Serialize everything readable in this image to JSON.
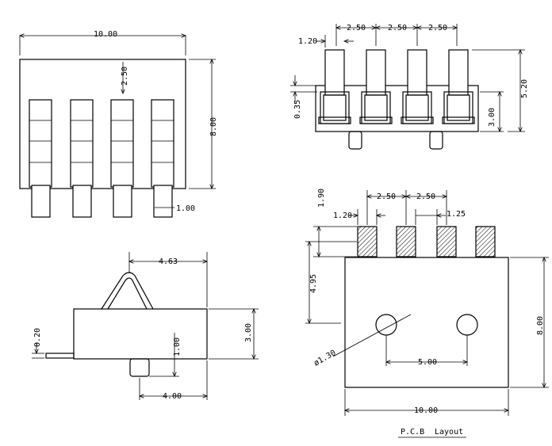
{
  "top_view": {
    "width": "10.00",
    "height": "8.00",
    "pitch": "2.50",
    "lead": "1.00"
  },
  "front_view": {
    "pitch_1": "2.50",
    "pitch_2": "2.50",
    "pitch_3": "2.50",
    "pin_width": "1.20",
    "offset": "0.35",
    "body_height": "3.00",
    "total_height": "5.20"
  },
  "side_view": {
    "contact_reach": "4.63",
    "lead_thickness": "0.20",
    "peg_height": "1.00",
    "body_height": "3.00",
    "peg_offset": "4.00"
  },
  "pcb_layout": {
    "pad_height": "1.90",
    "pitch_1": "2.50",
    "pitch_2": "2.50",
    "pad_width": "1.20",
    "pad_gap": "1.25",
    "pad_to_hole": "4.95",
    "hole_dia": "ø1.30",
    "hole_spacing": "5.00",
    "height": "8.00",
    "width": "10.00",
    "caption_1": "P.C.B",
    "caption_2": "Layout"
  }
}
